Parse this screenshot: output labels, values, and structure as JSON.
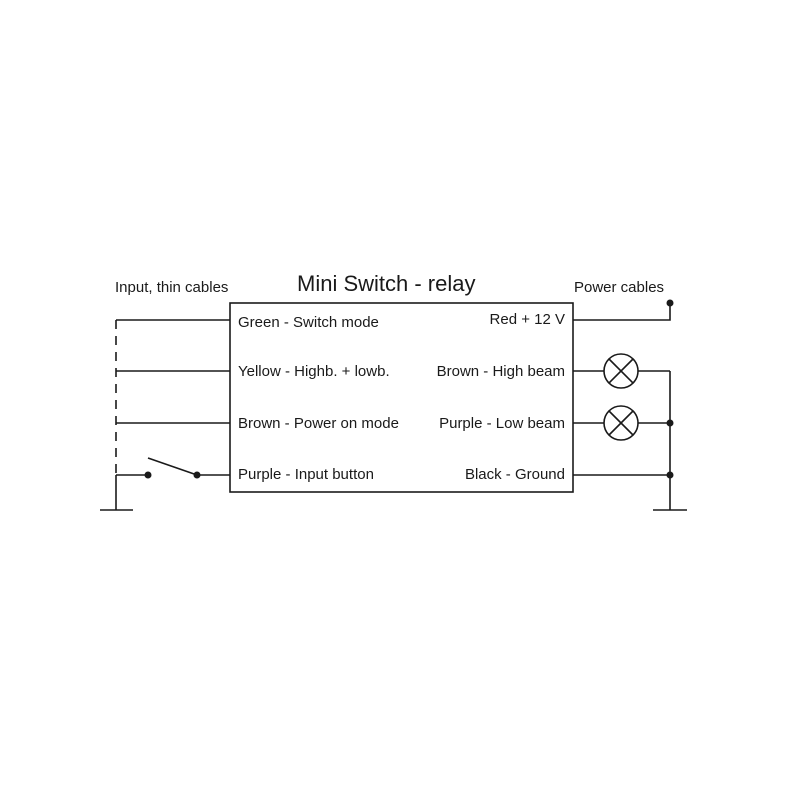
{
  "title": "Mini Switch - relay",
  "headers": {
    "left": "Input, thin cables",
    "right": "Power cables"
  },
  "left_terminals": [
    {
      "label": "Green - Switch mode"
    },
    {
      "label": "Yellow - Highb. + lowb."
    },
    {
      "label": "Brown - Power on mode"
    },
    {
      "label": "Purple - Input button"
    }
  ],
  "right_terminals": [
    {
      "label": "Red + 12 V"
    },
    {
      "label": "Brown - High beam"
    },
    {
      "label": "Purple - Low beam"
    },
    {
      "label": "Black - Ground"
    }
  ],
  "components": {
    "lamps": [
      "high-beam-lamp",
      "low-beam-lamp"
    ],
    "switch": "input-push-button",
    "grounds": [
      "left-ground",
      "right-ground"
    ]
  },
  "colors": {
    "line": "#1a1a1a",
    "background": "#ffffff"
  }
}
